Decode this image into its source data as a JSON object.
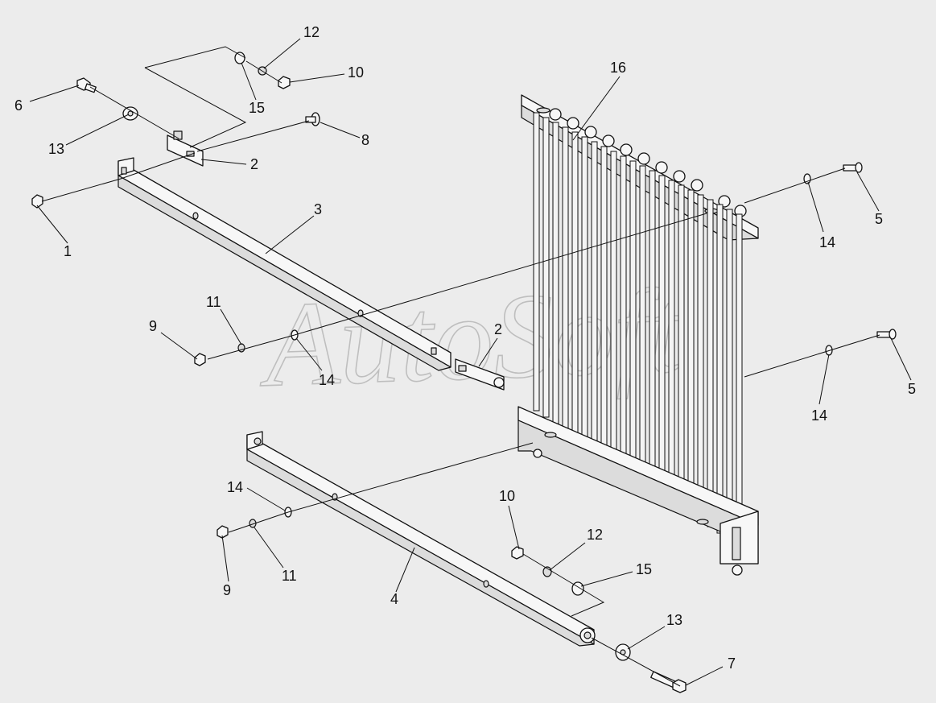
{
  "watermark": "AutoSoft",
  "callouts": [
    {
      "id": "c1",
      "label": "1"
    },
    {
      "id": "c2a",
      "label": "2"
    },
    {
      "id": "c2b",
      "label": "2"
    },
    {
      "id": "c3",
      "label": "3"
    },
    {
      "id": "c4",
      "label": "4"
    },
    {
      "id": "c5a",
      "label": "5"
    },
    {
      "id": "c5b",
      "label": "5"
    },
    {
      "id": "c6",
      "label": "6"
    },
    {
      "id": "c7",
      "label": "7"
    },
    {
      "id": "c8",
      "label": "8"
    },
    {
      "id": "c9a",
      "label": "9"
    },
    {
      "id": "c9b",
      "label": "9"
    },
    {
      "id": "c10a",
      "label": "10"
    },
    {
      "id": "c10b",
      "label": "10"
    },
    {
      "id": "c11a",
      "label": "11"
    },
    {
      "id": "c11b",
      "label": "11"
    },
    {
      "id": "c12a",
      "label": "12"
    },
    {
      "id": "c12b",
      "label": "12"
    },
    {
      "id": "c13a",
      "label": "13"
    },
    {
      "id": "c13b",
      "label": "13"
    },
    {
      "id": "c14a",
      "label": "14"
    },
    {
      "id": "c14b",
      "label": "14"
    },
    {
      "id": "c14c",
      "label": "14"
    },
    {
      "id": "c14d",
      "label": "14"
    },
    {
      "id": "c15a",
      "label": "15"
    },
    {
      "id": "c15b",
      "label": "15"
    },
    {
      "id": "c16",
      "label": "16"
    }
  ]
}
